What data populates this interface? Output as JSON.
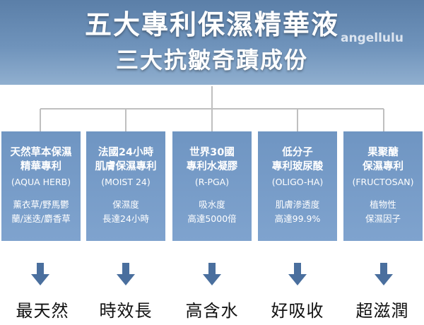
{
  "header": {
    "title": "五大專利保濕精華液",
    "subtitle": "三大抗皺奇蹟成份",
    "watermark": "angellulu",
    "colors": {
      "banner": "#6f93bb",
      "card": "#7a9ec9",
      "arrow": "#4a6f9e"
    }
  },
  "ingredients": [
    {
      "name_line1": "天然草本保濕",
      "name_line2": "精華專利",
      "code": "(AQUA HERB)",
      "desc_line1": "薰衣草/野馬鬱",
      "desc_line2": "蘭/迷迭/麝香草",
      "result": "最天然"
    },
    {
      "name_line1": "法國24小時",
      "name_line2": "肌膚保濕專利",
      "code": "(MOIST 24)",
      "desc_line1": "保濕度",
      "desc_line2": "長達24小時",
      "result": "時效長"
    },
    {
      "name_line1": "世界30國",
      "name_line2": "專利水凝膠",
      "code": "(R-PGA)",
      "desc_line1": "吸水度",
      "desc_line2": "高達5000倍",
      "result": "高含水"
    },
    {
      "name_line1": "低分子",
      "name_line2": "專利玻尿酸",
      "code": "(OLIGO-HA)",
      "desc_line1": "肌膚滲透度",
      "desc_line2": "高達99.9%",
      "result": "好吸收"
    },
    {
      "name_line1": "果聚醣",
      "name_line2": "保濕專利",
      "code": "(FRUCTOSAN)",
      "desc_line1": "植物性",
      "desc_line2": "保濕因子",
      "result": "超滋潤"
    }
  ]
}
